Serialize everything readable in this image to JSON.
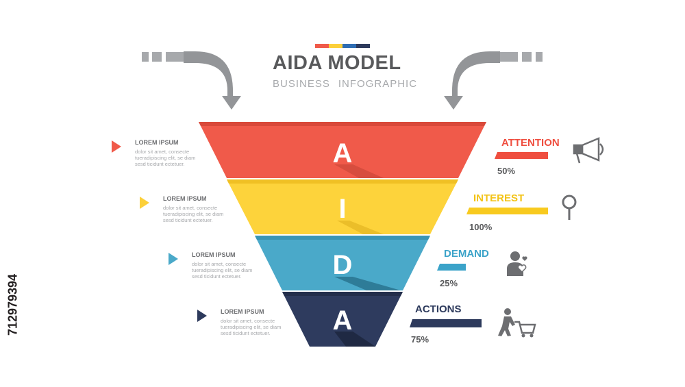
{
  "header": {
    "title": "AIDA MODEL",
    "subtitle_left": "BUSINESS",
    "subtitle_right": "INFOGRAPHIC",
    "strip_colors": [
      "#f05a4a",
      "#fcd03a",
      "#2e6db3",
      "#2d3a5c"
    ]
  },
  "funnel": [
    {
      "letter": "A",
      "color": "#f05a4a",
      "label": "ATTENTION",
      "label_color": "#ef4e3f",
      "percent": "50%",
      "percent_value": 50,
      "icon": "megaphone-icon"
    },
    {
      "letter": "I",
      "color": "#fdd33b",
      "label": "INTEREST",
      "label_color": "#f3c316",
      "percent": "100%",
      "percent_value": 100,
      "icon": "magnifier-icon"
    },
    {
      "letter": "D",
      "color": "#4aa9c9",
      "label": "DEMAND",
      "label_color": "#3ba3c9",
      "percent": "25%",
      "percent_value": 25,
      "icon": "person-heart-icon"
    },
    {
      "letter": "A",
      "color": "#2e3b5e",
      "label": "ACTIONS",
      "label_color": "#2d3a5c",
      "percent": "75%",
      "percent_value": 75,
      "icon": "shopping-cart-person-icon"
    }
  ],
  "left_items": [
    {
      "title": "LOREM IPSUM",
      "text": "dolor sit amet, consecte tueradipiscing elit, se diam sesd ticidunt ectetuer.",
      "color": "#f05a4a"
    },
    {
      "title": "LOREM IPSUM",
      "text": "dolor sit amet, consecte tueradipiscing elit, se diam sesd ticidunt ectetuer.",
      "color": "#fcd03a"
    },
    {
      "title": "LOREM IPSUM",
      "text": "dolor sit amet, consecte tueradipiscing elit, se diam sesd ticidunt ectetuer.",
      "color": "#4aa9c9"
    },
    {
      "title": "LOREM IPSUM",
      "text": "dolor sit amet, consecte tueradipiscing elit, se diam sesd ticidunt ectetuer.",
      "color": "#2d3a5c"
    }
  ],
  "watermark": "712979394"
}
